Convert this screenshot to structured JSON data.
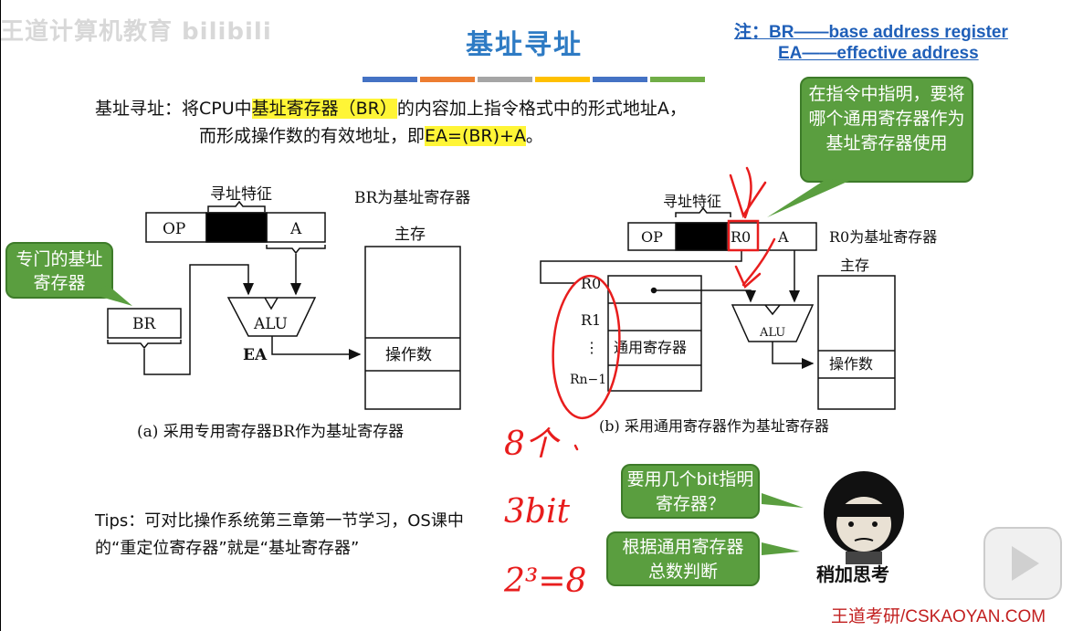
{
  "watermark": "王道计算机教育 bilibili",
  "title": "基址寻址",
  "title_bar_colors": [
    "#4472c4",
    "#ed7d31",
    "#a5a5a5",
    "#ffc000",
    "#4472c4",
    "#70ad47"
  ],
  "notes": {
    "prefix": "注：",
    "line1": "BR——base address register",
    "line2": "EA——effective address"
  },
  "intro": {
    "line1_a": "基址寻址：将CPU中",
    "line1_hl": "基址寄存器（BR）",
    "line1_b": "的内容加上指令格式中的形式地址A，",
    "line2_a": "而形成操作数的有效地址，即",
    "line2_hl": "EA=(BR)+A",
    "line2_b": "。"
  },
  "bubbles": {
    "top_right": "在指令中指明，要将哪个通用寄存器作为基址寄存器使用",
    "left": "专门的基址寄存器",
    "q1": "要用几个bit指明寄存器？",
    "q2": "根据通用寄存器总数判断"
  },
  "diagram_a": {
    "feature_label": "寻址特征",
    "br_note": "BR为基址寄存器",
    "op": "OP",
    "a": "A",
    "br": "BR",
    "alu": "ALU",
    "ea": "EA",
    "memory": "主存",
    "operand": "操作数",
    "caption": "(a) 采用专用寄存器BR作为基址寄存器"
  },
  "diagram_b": {
    "feature_label": "寻址特征",
    "op": "OP",
    "r0_field": "R0",
    "a": "A",
    "r0_note": "R0为基址寄存器",
    "memory": "主存",
    "regs": [
      "R0",
      "R1",
      "⋮",
      "Rn−1"
    ],
    "gpr_label": "通用寄存器",
    "alu": "ALU",
    "operand": "操作数",
    "caption": "(b) 采用通用寄存器作为基址寄存器"
  },
  "handwriting": {
    "l1": "8个",
    "l2": "3bit",
    "l3": "2³=8"
  },
  "tips": "Tips：可对比操作系统第三章第一节学习，OS课中的“重定位寄存器”就是“基址寄存器”",
  "meme_caption": "稍加思考",
  "logo": "王道考研/CSKAOYAN.COM"
}
